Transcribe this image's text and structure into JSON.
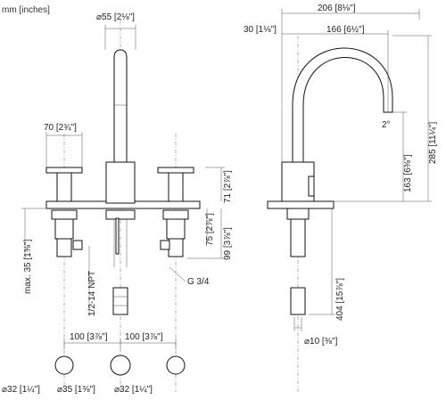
{
  "units_label": "mm [inches]",
  "front": {
    "spout_diameter": "⌀55 [2⅛\"]",
    "handle_width": "70 [2¾\"]",
    "h71": "71 [2⅞\"]",
    "h75": "75 [2⅞\"]",
    "h99": "99 [3⅞\"]",
    "max35": "max. 35 [1⅜\"]",
    "npt": "1/2-14 NPT",
    "g34": "G 3/4",
    "spacing_left": "100 [3⅞\"]",
    "spacing_right": "100 [3⅞\"]",
    "hole_left": "⌀32 [1¼\"]",
    "hole_center": "⌀35 [1⅜\"]",
    "hole_right": "⌀32 [1¼\"]"
  },
  "side": {
    "reach_total": "206 [8⅛\"]",
    "offset30": "30 [1⅛\"]",
    "reach166": "166 [6½\"]",
    "height285": "285 [11¼\"]",
    "height163": "163 [6⅜\"]",
    "rough404": "404 [15⅞\"]",
    "tube10": "⌀10 [⅜\"]",
    "angle": "2°"
  }
}
